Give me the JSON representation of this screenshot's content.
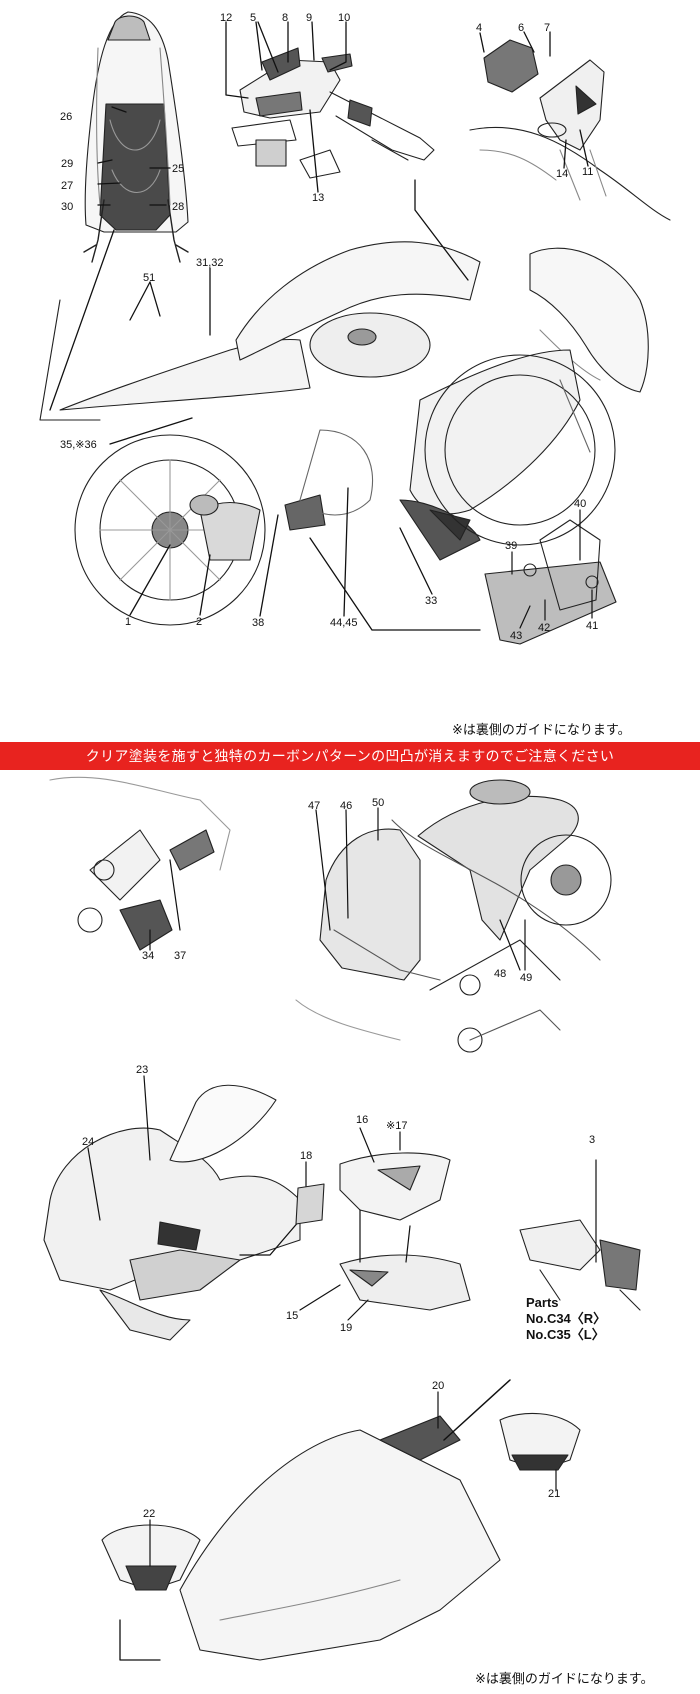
{
  "callouts": [
    {
      "id": "c1",
      "text": "1"
    },
    {
      "id": "c2",
      "text": "2"
    },
    {
      "id": "c3",
      "text": "3"
    },
    {
      "id": "c4",
      "text": "4"
    },
    {
      "id": "c5",
      "text": "5"
    },
    {
      "id": "c6",
      "text": "6"
    },
    {
      "id": "c7",
      "text": "7"
    },
    {
      "id": "c8",
      "text": "8"
    },
    {
      "id": "c9",
      "text": "9"
    },
    {
      "id": "c10",
      "text": "10"
    },
    {
      "id": "c11",
      "text": "11"
    },
    {
      "id": "c12",
      "text": "12"
    },
    {
      "id": "c13",
      "text": "13"
    },
    {
      "id": "c14",
      "text": "14"
    },
    {
      "id": "c15",
      "text": "15"
    },
    {
      "id": "c16",
      "text": "16"
    },
    {
      "id": "c17",
      "text": "※17"
    },
    {
      "id": "c18",
      "text": "18"
    },
    {
      "id": "c19",
      "text": "19"
    },
    {
      "id": "c20",
      "text": "20"
    },
    {
      "id": "c21",
      "text": "21"
    },
    {
      "id": "c22",
      "text": "22"
    },
    {
      "id": "c23",
      "text": "23"
    },
    {
      "id": "c24",
      "text": "24"
    },
    {
      "id": "c25",
      "text": "25"
    },
    {
      "id": "c26",
      "text": "26"
    },
    {
      "id": "c27",
      "text": "27"
    },
    {
      "id": "c28",
      "text": "28"
    },
    {
      "id": "c29",
      "text": "29"
    },
    {
      "id": "c30",
      "text": "30"
    },
    {
      "id": "c3132",
      "text": "31,32"
    },
    {
      "id": "c33",
      "text": "33"
    },
    {
      "id": "c34",
      "text": "34"
    },
    {
      "id": "c3536",
      "text": "35,※36"
    },
    {
      "id": "c37",
      "text": "37"
    },
    {
      "id": "c38",
      "text": "38"
    },
    {
      "id": "c39",
      "text": "39"
    },
    {
      "id": "c40",
      "text": "40"
    },
    {
      "id": "c41",
      "text": "41"
    },
    {
      "id": "c42",
      "text": "42"
    },
    {
      "id": "c43",
      "text": "43"
    },
    {
      "id": "c4445",
      "text": "44,45"
    },
    {
      "id": "c46",
      "text": "46"
    },
    {
      "id": "c47",
      "text": "47"
    },
    {
      "id": "c48",
      "text": "48"
    },
    {
      "id": "c49",
      "text": "49"
    },
    {
      "id": "c50",
      "text": "50"
    },
    {
      "id": "c51",
      "text": "51"
    }
  ],
  "notes": {
    "reverse_guide_top": "※は裏側のガイドになります。",
    "reverse_guide_bottom": "※は裏側のガイドになります。"
  },
  "warning": {
    "text": "クリア塗装を施すと独特のカーボンパターンの凹凸が消えますのでご注意ください",
    "background": "#e8231f",
    "color": "#ffffff"
  },
  "parts": {
    "title": "Parts",
    "right": "No.C34〈R〉",
    "left": "No.C35〈L〉"
  }
}
